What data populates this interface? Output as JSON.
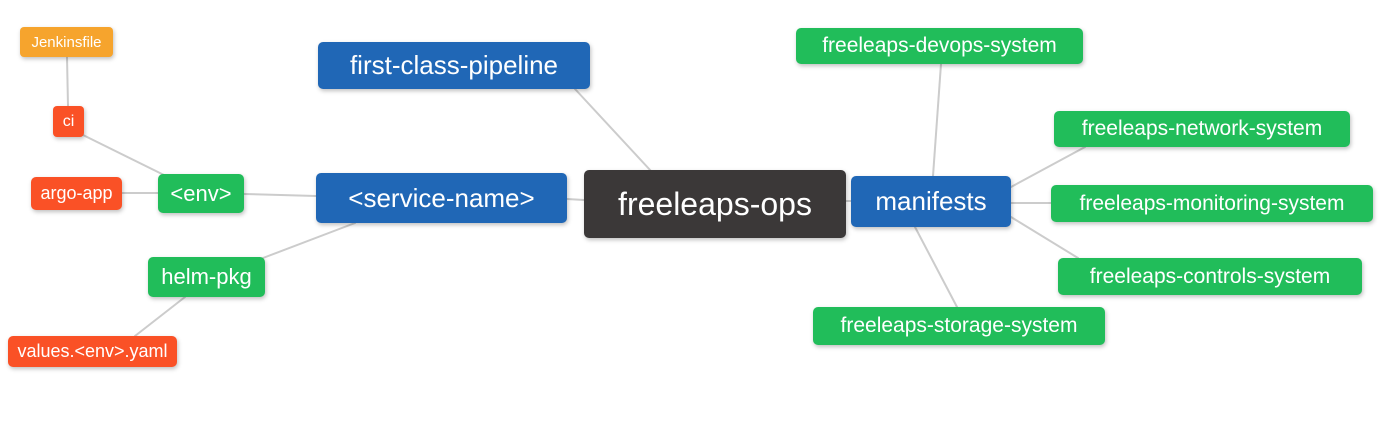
{
  "diagram": {
    "type": "mindmap",
    "colors": {
      "root_bg": "#3b3838",
      "branch_bg": "#2067b6",
      "leaf_green_bg": "#21bd5a",
      "leaf_red_bg": "#fa5126",
      "leaf_orange_bg": "#f6a42d",
      "edge_color": "#cccccc",
      "text_color": "#ffffff",
      "canvas_bg": "#ffffff"
    },
    "nodes": {
      "root": {
        "label": "freeleaps-ops",
        "level": 0
      },
      "pipeline": {
        "label": "first-class-pipeline",
        "level": 1
      },
      "service": {
        "label": "<service-name>",
        "level": 1
      },
      "manifests": {
        "label": "manifests",
        "level": 1
      },
      "env": {
        "label": "<env>",
        "level": 2
      },
      "helm_pkg": {
        "label": "helm-pkg",
        "level": 2
      },
      "ci": {
        "label": "ci",
        "level": 3
      },
      "argo_app": {
        "label": "argo-app",
        "level": 3
      },
      "jenkinsfile": {
        "label": "Jenkinsfile",
        "level": 4
      },
      "values_yaml": {
        "label": "values.<env>.yaml",
        "level": 3
      },
      "devops": {
        "label": "freeleaps-devops-system",
        "level": 2
      },
      "network": {
        "label": "freeleaps-network-system",
        "level": 2
      },
      "monitoring": {
        "label": "freeleaps-monitoring-system",
        "level": 2
      },
      "controls": {
        "label": "freeleaps-controls-system",
        "level": 2
      },
      "storage": {
        "label": "freeleaps-storage-system",
        "level": 2
      }
    },
    "edges": [
      {
        "from": "jenkinsfile",
        "to": "ci"
      },
      {
        "from": "ci",
        "to": "env"
      },
      {
        "from": "argo_app",
        "to": "env"
      },
      {
        "from": "env",
        "to": "service"
      },
      {
        "from": "service",
        "to": "helm_pkg"
      },
      {
        "from": "helm_pkg",
        "to": "values_yaml"
      },
      {
        "from": "service",
        "to": "root"
      },
      {
        "from": "pipeline",
        "to": "root"
      },
      {
        "from": "root",
        "to": "manifests"
      },
      {
        "from": "manifests",
        "to": "devops"
      },
      {
        "from": "manifests",
        "to": "network"
      },
      {
        "from": "manifests",
        "to": "monitoring"
      },
      {
        "from": "manifests",
        "to": "controls"
      },
      {
        "from": "manifests",
        "to": "storage"
      }
    ]
  }
}
